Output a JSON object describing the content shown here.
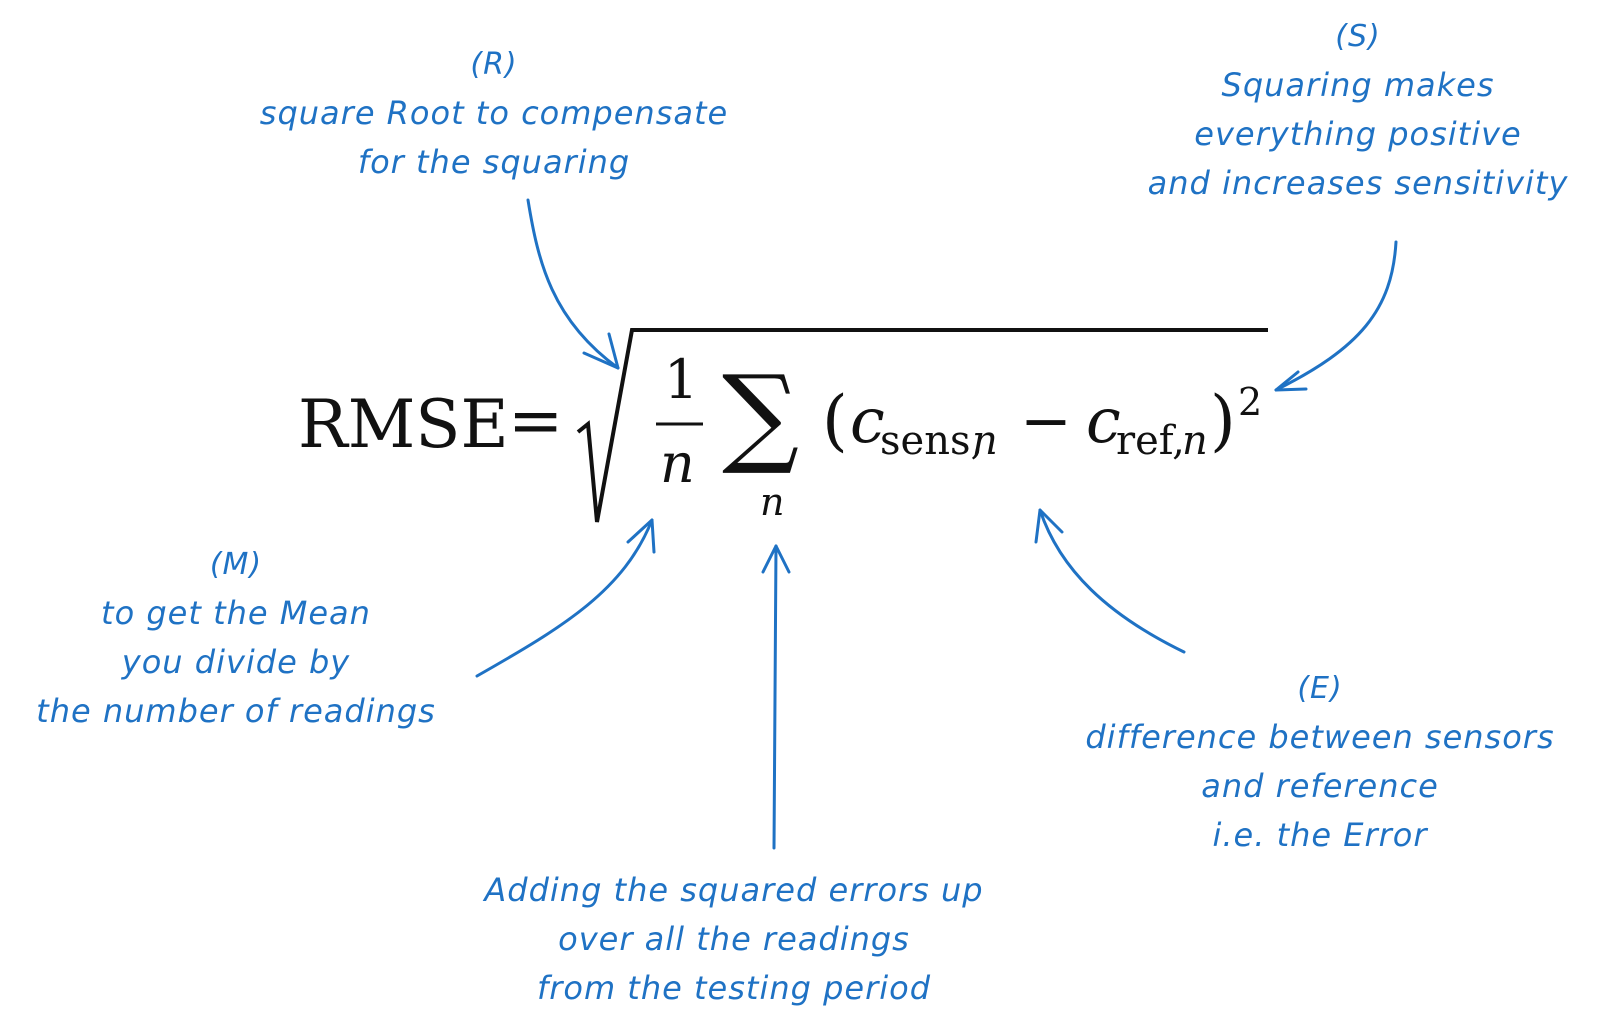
{
  "formula": {
    "lhs": "RMSE",
    "equals": "=",
    "numerator": "1",
    "denominator": "n",
    "sum_symbol": "∑",
    "sum_index": "n",
    "open_paren": "(",
    "c1": "c",
    "c1_sub": "sens,",
    "c1_sub_n": "n",
    "minus": "−",
    "c2": "c",
    "c2_sub": "ref,",
    "c2_sub_n": "n",
    "close_paren": ")",
    "exponent": "2"
  },
  "annotations": {
    "R": {
      "tag": "(R)",
      "lines": [
        "square Root to compensate",
        "for the squaring"
      ]
    },
    "S": {
      "tag": "(S)",
      "lines": [
        "Squaring makes",
        "everything positive",
        "and increases sensitivity"
      ]
    },
    "M": {
      "tag": "(M)",
      "lines": [
        "to get the Mean",
        "you divide by",
        "the number of readings"
      ]
    },
    "E": {
      "tag": "(E)",
      "lines": [
        "difference between sensors",
        "and reference",
        "i.e. the Error"
      ]
    },
    "sum": {
      "lines": [
        "Adding the squared errors up",
        "over all the readings",
        "from the testing period"
      ]
    }
  },
  "colors": {
    "annotation": "#1f72c4",
    "formula": "#111111"
  }
}
